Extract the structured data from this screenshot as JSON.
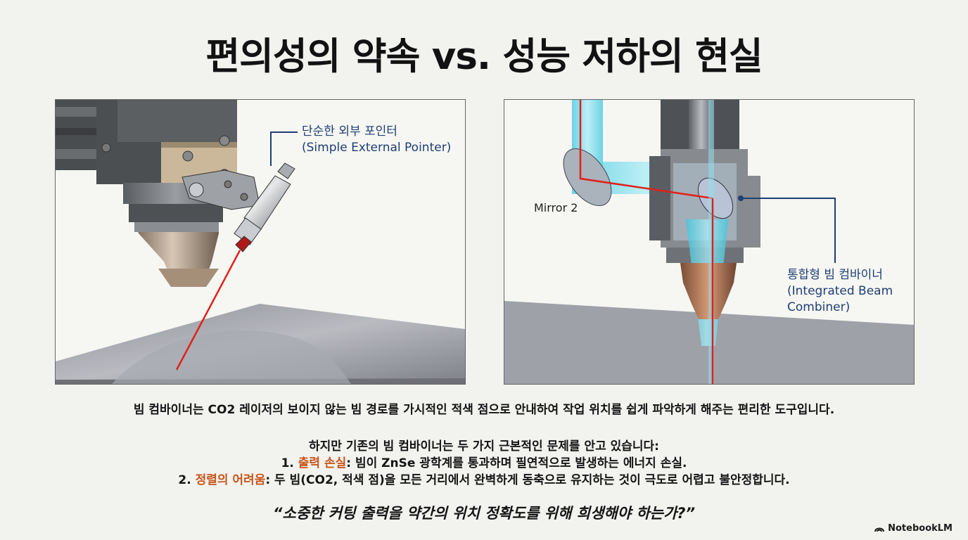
{
  "title": "편의성의 약속 vs. 성능 저하의 현실",
  "left_panel": {
    "callout_line1": "단순한 외부 포인터",
    "callout_line2": "(Simple External Pointer)"
  },
  "right_panel": {
    "mirror_label": "Mirror 2",
    "callout_line1": "통합형 빔 컴바이너",
    "callout_line2": "(Integrated Beam",
    "callout_line3": "Combiner)"
  },
  "intro": "빔 컴바이너는 CO2 레이저의 보이지 않는 빔 경로를 가시적인 적색 점으로 안내하여 작업 위치를 쉽게 파악하게 해주는 편리한 도구입니다.",
  "problems_intro": "하지만 기존의 빔 컴바이너는 두 가지 근본적인 문제를 안고 있습니다:",
  "problems": [
    {
      "number": "1.",
      "term": "출력 손실",
      "text": ": 빔이 ZnSe 광학계를 통과하며 필연적으로 발생하는 에너지 손실."
    },
    {
      "number": "2.",
      "term": "정렬의 어려움",
      "text": ": 두 빔(CO2, 적색 점)을 모든 거리에서 완벽하게 동축으로 유지하는 것이 극도로 어렵고 불안정합니다."
    }
  ],
  "quote": "“소중한 커팅 출력을 약간의 위치 정확도를 위해 희생해야 하는가?”",
  "brand": "NotebookLM",
  "colors": {
    "accent": "#c8561a",
    "callout": "#1f3f73",
    "laser_red": "#e0201b",
    "beam_cyan": "#5fd2e6"
  }
}
